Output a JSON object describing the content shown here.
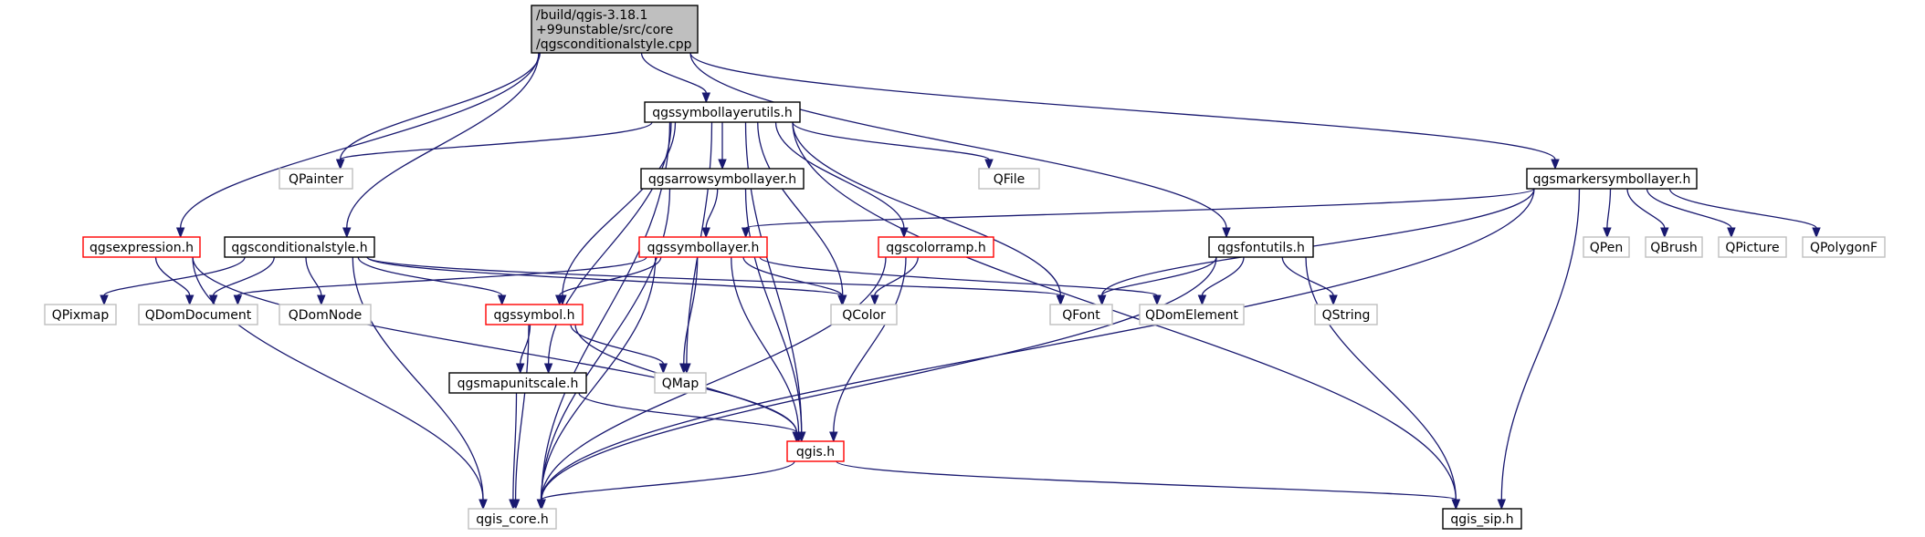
{
  "colors": {
    "edge": "#191970",
    "root_fill": "#bfbfbf",
    "documented_border": "#000000",
    "truncated_border": "#ff0000",
    "external_border": "#bfbfbf"
  },
  "nodes": {
    "root": {
      "lines": [
        "/build/qgis-3.18.1",
        "+99unstable/src/core",
        "/qgsconditionalstyle.cpp"
      ],
      "kind": "root"
    },
    "symutils": {
      "label": "qgssymbollayerutils.h",
      "kind": "documented"
    },
    "qpainter": {
      "label": "QPainter",
      "kind": "external"
    },
    "arrow": {
      "label": "qgsarrowsymbollayer.h",
      "kind": "documented"
    },
    "qfile": {
      "label": "QFile",
      "kind": "external"
    },
    "marker": {
      "label": "qgsmarkersymbollayer.h",
      "kind": "documented"
    },
    "expr": {
      "label": "qgsexpression.h",
      "kind": "truncated"
    },
    "condstyle": {
      "label": "qgsconditionalstyle.h",
      "kind": "documented"
    },
    "symlayer": {
      "label": "qgssymbollayer.h",
      "kind": "truncated"
    },
    "colorramp": {
      "label": "qgscolorramp.h",
      "kind": "truncated"
    },
    "fontutils": {
      "label": "qgsfontutils.h",
      "kind": "documented"
    },
    "qpen": {
      "label": "QPen",
      "kind": "external"
    },
    "qbrush": {
      "label": "QBrush",
      "kind": "external"
    },
    "qpicture": {
      "label": "QPicture",
      "kind": "external"
    },
    "qpolygonf": {
      "label": "QPolygonF",
      "kind": "external"
    },
    "qpixmap": {
      "label": "QPixmap",
      "kind": "external"
    },
    "qdomdoc": {
      "label": "QDomDocument",
      "kind": "external"
    },
    "qdomnode": {
      "label": "QDomNode",
      "kind": "external"
    },
    "qgssymbol": {
      "label": "qgssymbol.h",
      "kind": "truncated"
    },
    "qcolor": {
      "label": "QColor",
      "kind": "external"
    },
    "qfont": {
      "label": "QFont",
      "kind": "external"
    },
    "qdomelem": {
      "label": "QDomElement",
      "kind": "external"
    },
    "qstring": {
      "label": "QString",
      "kind": "external"
    },
    "mapunit": {
      "label": "qgsmapunitscale.h",
      "kind": "documented"
    },
    "qmap": {
      "label": "QMap",
      "kind": "external"
    },
    "qgis": {
      "label": "qgis.h",
      "kind": "truncated"
    },
    "qgiscore": {
      "label": "qgis_core.h",
      "kind": "external"
    },
    "qgissip": {
      "label": "qgis_sip.h",
      "kind": "documented"
    }
  },
  "edges": [
    [
      "root",
      "symutils"
    ],
    [
      "root",
      "qpainter"
    ],
    [
      "root",
      "marker"
    ],
    [
      "root",
      "expr"
    ],
    [
      "root",
      "condstyle"
    ],
    [
      "root",
      "fontutils"
    ],
    [
      "symutils",
      "qpainter"
    ],
    [
      "symutils",
      "arrow"
    ],
    [
      "symutils",
      "qfile"
    ],
    [
      "symutils",
      "qgssymbol"
    ],
    [
      "symutils",
      "qcolor"
    ],
    [
      "symutils",
      "qfont"
    ],
    [
      "symutils",
      "colorramp"
    ],
    [
      "symutils",
      "mapunit"
    ],
    [
      "symutils",
      "qmap"
    ],
    [
      "symutils",
      "qgis"
    ],
    [
      "symutils",
      "qgiscore"
    ],
    [
      "symutils",
      "qgissip"
    ],
    [
      "arrow",
      "symlayer"
    ],
    [
      "arrow",
      "qgis"
    ],
    [
      "arrow",
      "qgiscore"
    ],
    [
      "marker",
      "symlayer"
    ],
    [
      "marker",
      "qfont"
    ],
    [
      "marker",
      "qpen"
    ],
    [
      "marker",
      "qbrush"
    ],
    [
      "marker",
      "qpicture"
    ],
    [
      "marker",
      "qpolygonf"
    ],
    [
      "marker",
      "qgiscore"
    ],
    [
      "marker",
      "qgissip"
    ],
    [
      "expr",
      "qdomdoc"
    ],
    [
      "expr",
      "qgis"
    ],
    [
      "expr",
      "qgiscore"
    ],
    [
      "condstyle",
      "qpixmap"
    ],
    [
      "condstyle",
      "qdomdoc"
    ],
    [
      "condstyle",
      "qdomnode"
    ],
    [
      "condstyle",
      "qgssymbol"
    ],
    [
      "condstyle",
      "qcolor"
    ],
    [
      "condstyle",
      "qfont"
    ],
    [
      "condstyle",
      "qgiscore"
    ],
    [
      "symlayer",
      "qdomdoc"
    ],
    [
      "symlayer",
      "qgssymbol"
    ],
    [
      "symlayer",
      "qcolor"
    ],
    [
      "symlayer",
      "qmap"
    ],
    [
      "symlayer",
      "qdomelem"
    ],
    [
      "symlayer",
      "qgis"
    ],
    [
      "symlayer",
      "qgiscore"
    ],
    [
      "colorramp",
      "qcolor"
    ],
    [
      "colorramp",
      "qgis"
    ],
    [
      "colorramp",
      "qgiscore"
    ],
    [
      "fontutils",
      "qfont"
    ],
    [
      "fontutils",
      "qdomelem"
    ],
    [
      "fontutils",
      "qstring"
    ],
    [
      "fontutils",
      "qgiscore"
    ],
    [
      "fontutils",
      "qgissip"
    ],
    [
      "qgssymbol",
      "mapunit"
    ],
    [
      "qgssymbol",
      "qmap"
    ],
    [
      "qgssymbol",
      "qgis"
    ],
    [
      "qgssymbol",
      "qgiscore"
    ],
    [
      "mapunit",
      "qgis"
    ],
    [
      "mapunit",
      "qgiscore"
    ],
    [
      "qgis",
      "qgiscore"
    ],
    [
      "qgis",
      "qgissip"
    ]
  ]
}
